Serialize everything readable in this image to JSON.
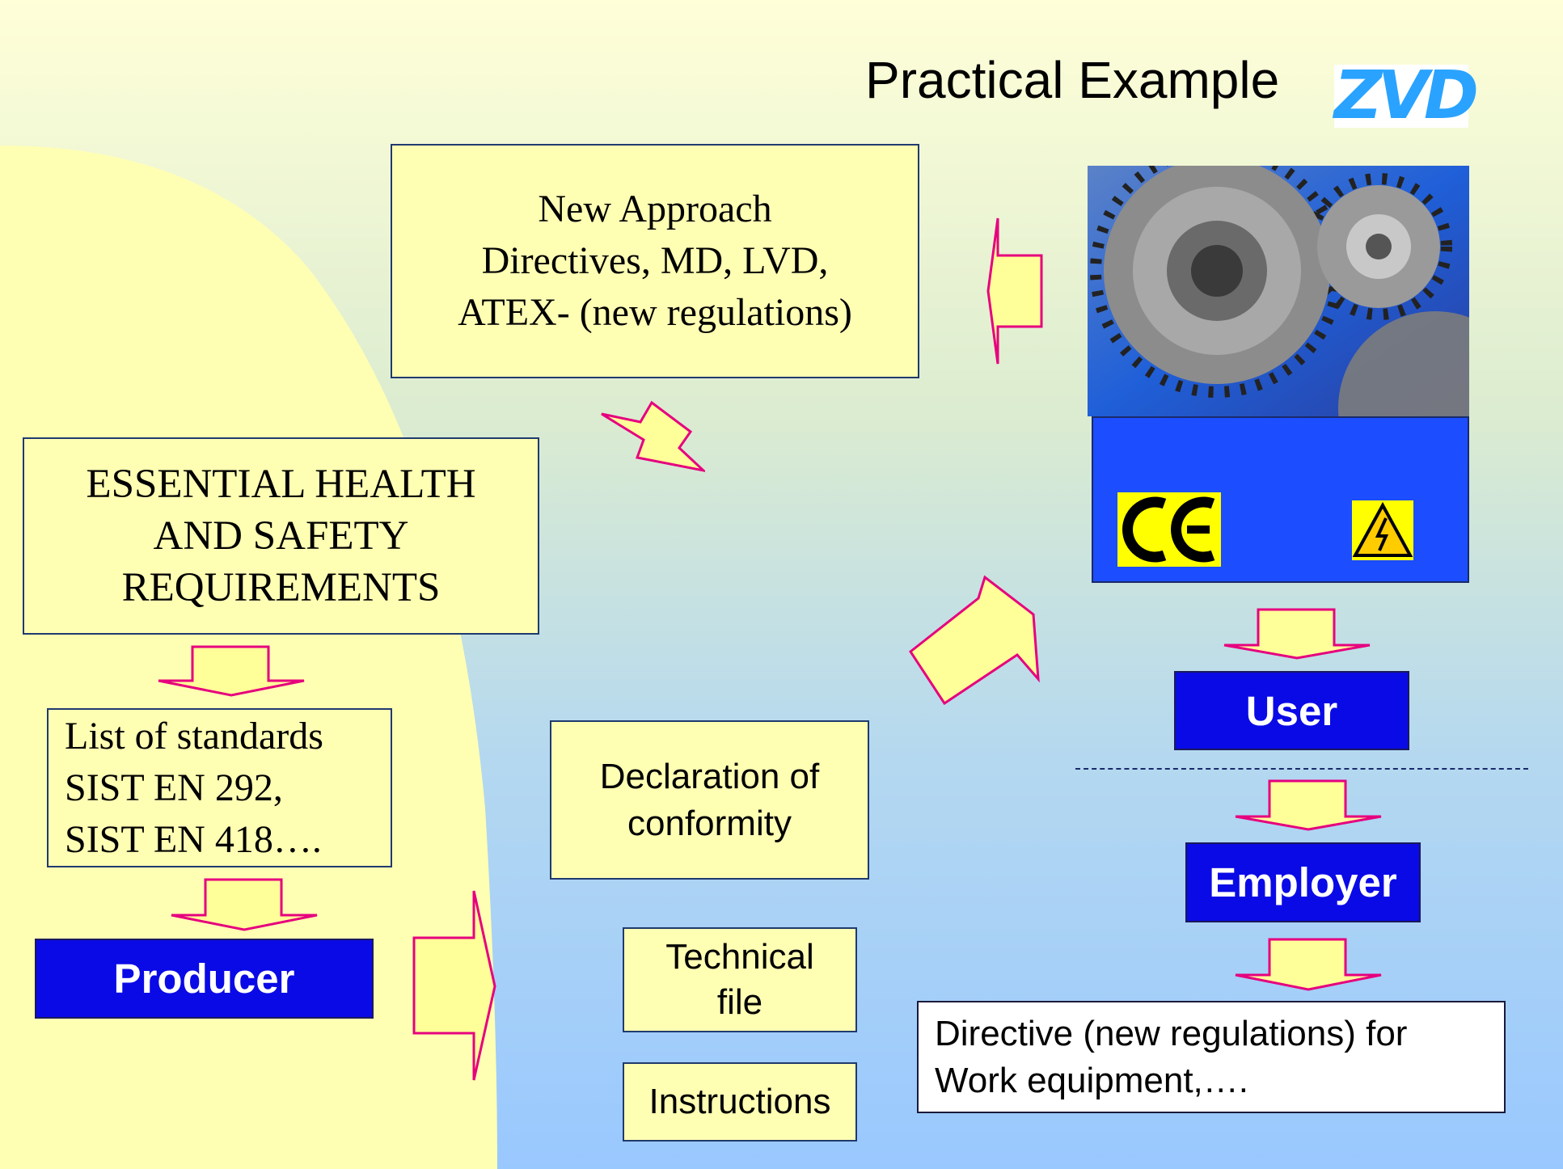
{
  "title": "Practical Example",
  "logo": {
    "text": "ZVD",
    "color": "#29a3ff"
  },
  "boxes": {
    "new_approach": "New Approach\nDirectives, MD, LVD,\nATEX- (new regulations)",
    "ehsr": "ESSENTIAL HEALTH\nAND SAFETY\nREQUIREMENTS",
    "standards": "List of standards\nSIST EN 292,\nSIST EN 418….",
    "producer": "Producer",
    "declaration": "Declaration of\nconformity",
    "technical_file": "Technical\nfile",
    "instructions": "Instructions",
    "user": "User",
    "employer": "Employer",
    "directive_work": "Directive (new regulations) for\nWork equipment,…."
  },
  "machine": {
    "image": "gears-icon",
    "marks": [
      "ce-mark-icon",
      "electrical-hazard-icon"
    ]
  },
  "colors": {
    "box_fill": "#ffffb4",
    "box_border": "#1f3a6e",
    "actor_fill": "#0a0ae6",
    "arrow_fill": "#ffff99",
    "arrow_stroke": "#e6007e",
    "bg_light": "#ffffc8",
    "bg_blue": "#99ccff"
  }
}
